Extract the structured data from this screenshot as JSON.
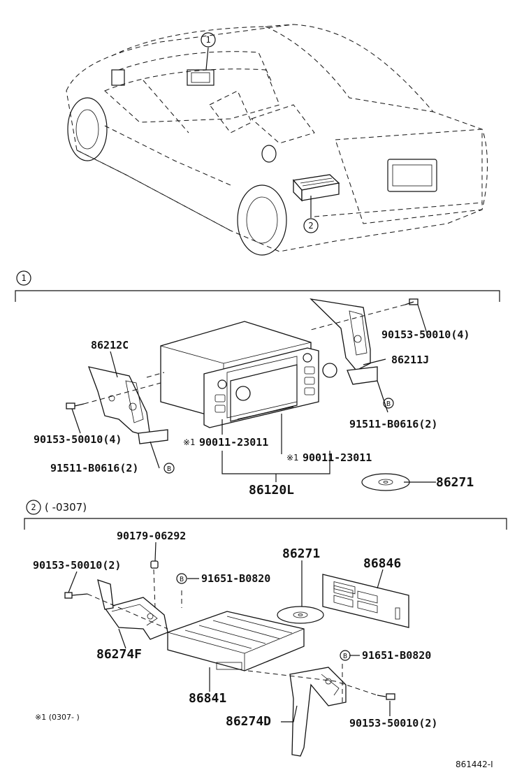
{
  "callouts": {
    "c1": "1",
    "c2": "2"
  },
  "section1": {
    "marker": "1",
    "parts": {
      "p86212C": "86212C",
      "p86211J": "86211J",
      "p90153_r": "90153-50010(4)",
      "p90153_l": "90153-50010(4)",
      "p91511_r": "91511-B0616(2)",
      "p91511_l": "91511-B0616(2)",
      "p90011_l": "90011-23011",
      "p90011_r": "90011-23011",
      "p86120L": "86120L",
      "p86271": "86271"
    },
    "note_mark": "※1",
    "b_mark": "B"
  },
  "section2": {
    "marker": "2",
    "range_label": "(        -0307)",
    "parts": {
      "p90179": "90179-06292",
      "p90153_l": "90153-50010(2)",
      "p91651_t": "91651-B0820",
      "p86271": "86271",
      "p86846": "86846",
      "p86274F": "86274F",
      "p91651_r": "91651-B0820",
      "p86841": "86841",
      "p86274D": "86274D",
      "p90153_r": "90153-50010(2)"
    },
    "b_mark": "B"
  },
  "footnote": "※1 (0307-        )",
  "diagram_id": "861442-I"
}
